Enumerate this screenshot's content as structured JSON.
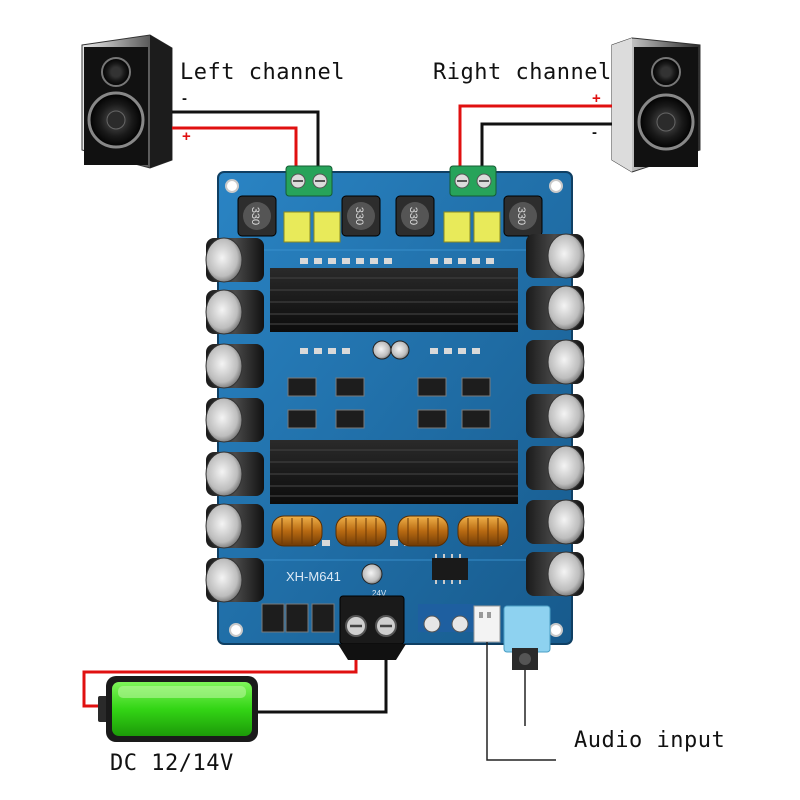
{
  "labels": {
    "left_channel": "Left channel",
    "right_channel": "Right channel",
    "audio_input": "Audio input",
    "power": "DC 12/14V"
  },
  "polarity": {
    "left_minus": "-",
    "left_plus": "+",
    "right_plus": "+",
    "right_minus": "-"
  },
  "board": {
    "model": "XH-M641",
    "inductor_marking": "330",
    "supply_marking": "24V"
  },
  "colors": {
    "wire_positive": "#e01010",
    "wire_negative": "#111111",
    "pcb": "#1f6fa8",
    "battery": "#3fdc1a"
  }
}
